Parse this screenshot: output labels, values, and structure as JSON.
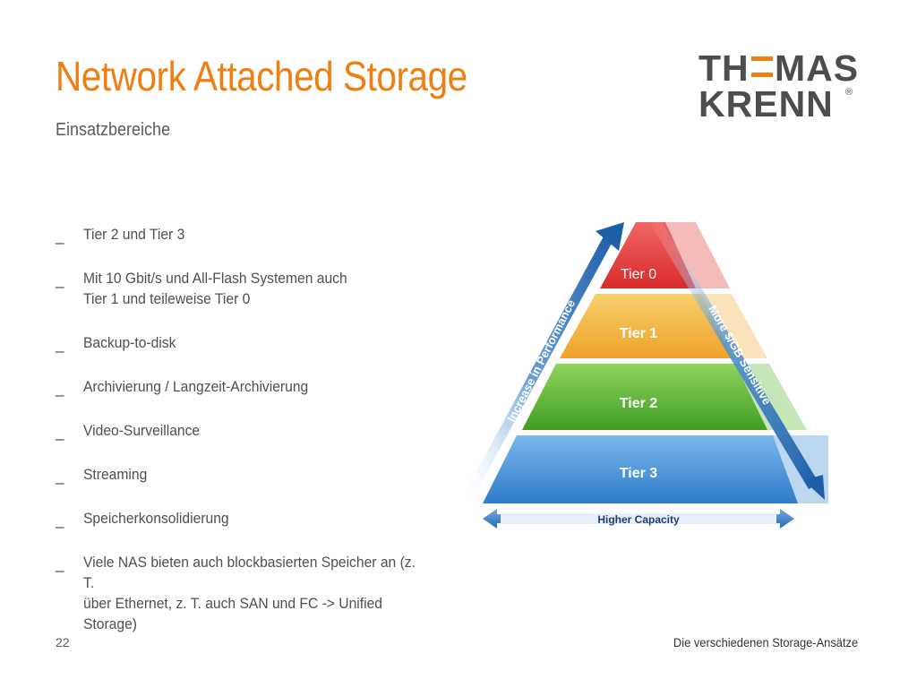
{
  "slide": {
    "title": "Network Attached Storage",
    "subtitle": "Einsatzbereiche",
    "page_number": "22",
    "footer": "Die verschiedenen Storage-Ansätze"
  },
  "logo": {
    "line1": [
      "TH",
      "E",
      "MAS"
    ],
    "line2": "KRENN",
    "registered": "®",
    "accent_color": "#f07f13",
    "text_color": "#4d4d4d"
  },
  "bullet_marker": "_",
  "bullets": [
    "Tier 2 und Tier 3",
    "Mit 10 Gbit/s und All-Flash Systemen auch\nTier 1 und teileweise Tier 0",
    "Backup-to-disk",
    "Archivierung / Langzeit-Archivierung",
    "Video-Surveillance",
    "Streaming",
    "Speicherkonsolidierung",
    "Viele NAS bieten auch blockbasierten Speicher an (z. T.\nüber Ethernet, z. T. auch SAN und FC -> Unified\nStorage)"
  ],
  "diagram": {
    "tiers": [
      {
        "label": "Tier 0",
        "color": "#e53b3b"
      },
      {
        "label": "Tier 1",
        "color": "#f3b23c"
      },
      {
        "label": "Tier 2",
        "color": "#5cb83a"
      },
      {
        "label": "Tier 3",
        "color": "#3f8fd6"
      }
    ],
    "left_arrow_label": "Increase in Performance",
    "right_arrow_label": "More $/GB Sensitive",
    "bottom_arrow_label": "Higher Capacity",
    "arrow_color": "#2a6db5"
  }
}
